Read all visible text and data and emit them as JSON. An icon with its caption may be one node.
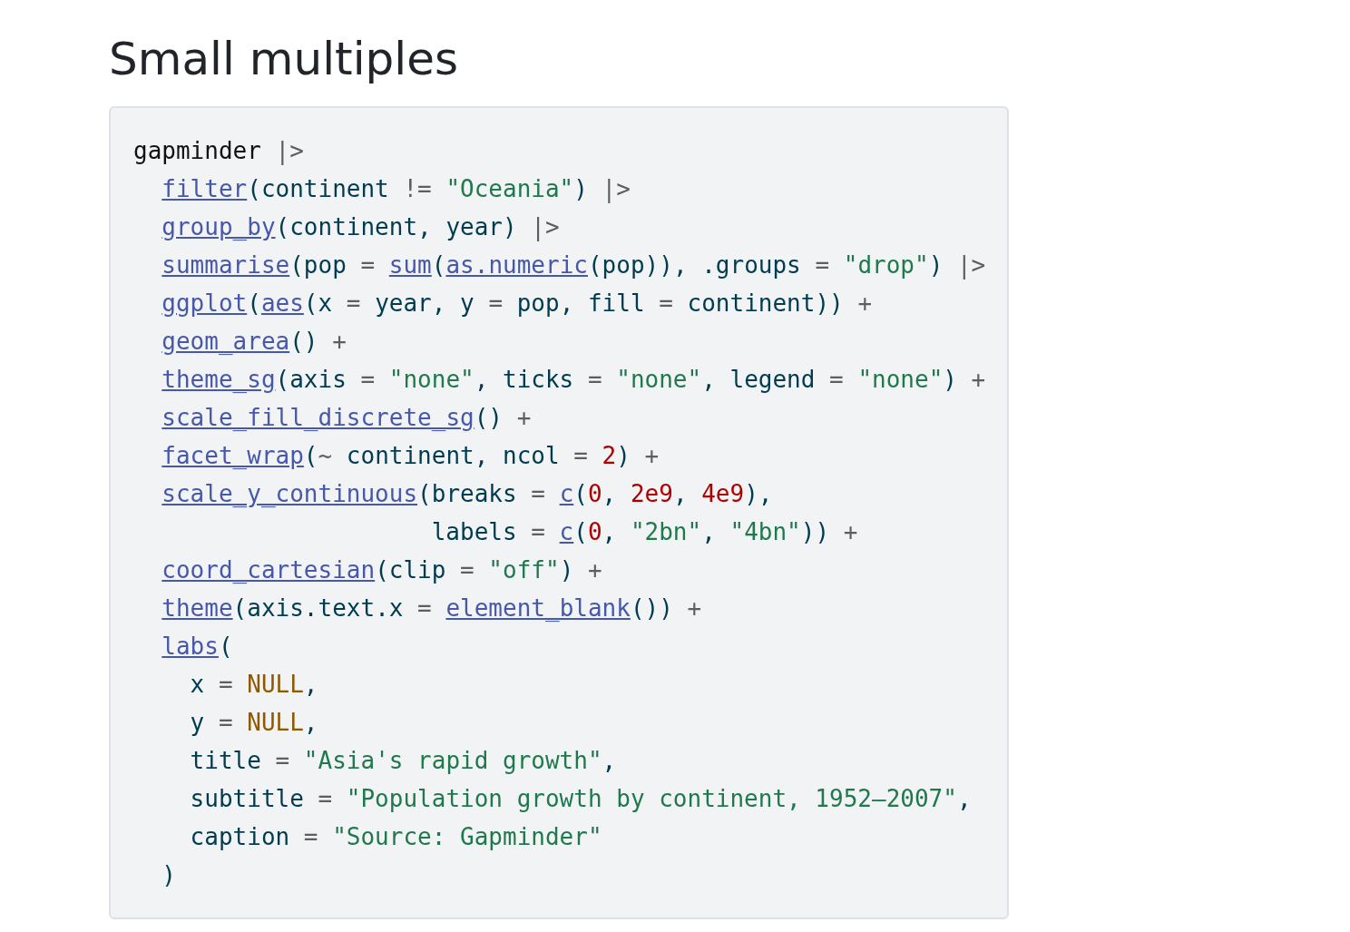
{
  "diagram": {
    "title": "Small multiples",
    "labels": [
      "gapminder |>",
      "  filter(continent != \"Oceania\") |>",
      "  group_by(continent, year) |>",
      "  summarise(pop = sum(as.numeric(pop)), .groups = \"drop\") |>",
      "  ggplot(aes(x = year, y = pop, fill = continent)) +",
      "  geom_area() +",
      "  theme_sg(axis = \"none\", ticks = \"none\", legend = \"none\") +",
      "  scale_fill_discrete_sg() +",
      "  facet_wrap(~ continent, ncol = 2) +",
      "  scale_y_continuous(breaks = c(0, 2e9, 4e9),",
      "                     labels = c(0, \"2bn\", \"4bn\")) +",
      "  coord_cartesian(clip = \"off\") +",
      "  theme(axis.text.x = element_blank()) +",
      "  labs(",
      "    x = NULL,",
      "    y = NULL,",
      "    title = \"Asia's rapid growth\",",
      "    subtitle = \"Population growth by continent, 1952–2007\",",
      "    caption = \"Source: Gapminder\"",
      "  )"
    ]
  }
}
